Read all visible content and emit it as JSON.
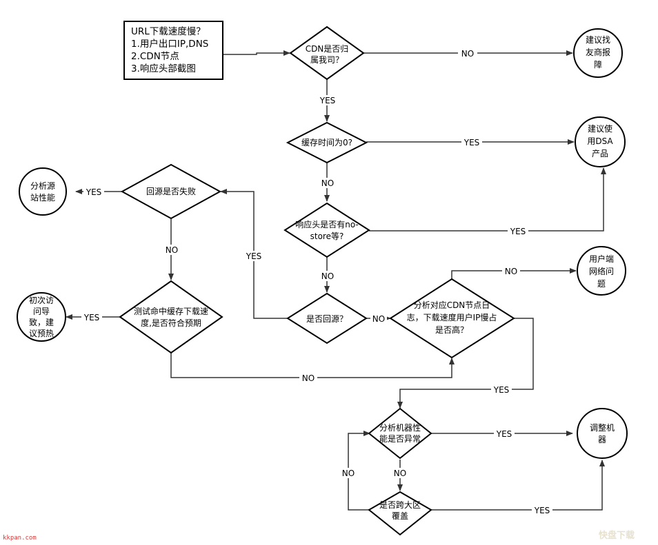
{
  "nodes": {
    "start": [
      "URL下载速度慢？",
      "1.用户出口IP,DNS",
      "2.CDN节点",
      "3.响应头部截图"
    ],
    "cdn_owner": [
      "CDN是否归",
      "属我司？"
    ],
    "suggest_vendor": [
      "建议找",
      "友商报",
      "障"
    ],
    "cache_zero": [
      "缓存时间为0?"
    ],
    "suggest_dsa": [
      "建议使",
      "用DSA",
      "产品"
    ],
    "no_store": [
      "响应头是否有no-",
      "store等?"
    ],
    "back_to_origin": [
      "是否回源？"
    ],
    "analyze_logs": [
      "分析对应CDN节点日",
      "志，下载速度用户IP慢占",
      "是否高？"
    ],
    "client_network": [
      "用户端",
      "网络问",
      "题"
    ],
    "origin_fail": [
      "回源是否失败"
    ],
    "analyze_origin": [
      "分析源",
      "站性能"
    ],
    "test_hit": [
      "测试命中缓存下载速",
      "度,是否符合预期"
    ],
    "first_visit": [
      "初次访",
      "问导",
      "致，建",
      "议预热"
    ],
    "machine_abnormal": [
      "分析机器性",
      "能是否异常"
    ],
    "adjust_machine": [
      "调整机",
      "器"
    ],
    "cross_region": [
      "是否跨大区",
      "覆盖"
    ]
  },
  "edge_labels": {
    "cdn_no": "NO",
    "cdn_yes": "YES",
    "cache_yes": "YES",
    "cache_no": "NO",
    "nostore_yes": "YES",
    "nostore_no": "NO",
    "origin_yes": "YES",
    "origin_no": "NO",
    "fail_yes": "YES",
    "fail_no": "NO",
    "test_yes": "YES",
    "test_no": "NO",
    "logs_no": "NO",
    "logs_yes": "YES",
    "machine_yes": "YES",
    "machine_no": "NO",
    "cross_no": "NO",
    "cross_yes": "YES"
  },
  "watermark": {
    "left": "kkpan.com",
    "right": "快盘下载"
  }
}
